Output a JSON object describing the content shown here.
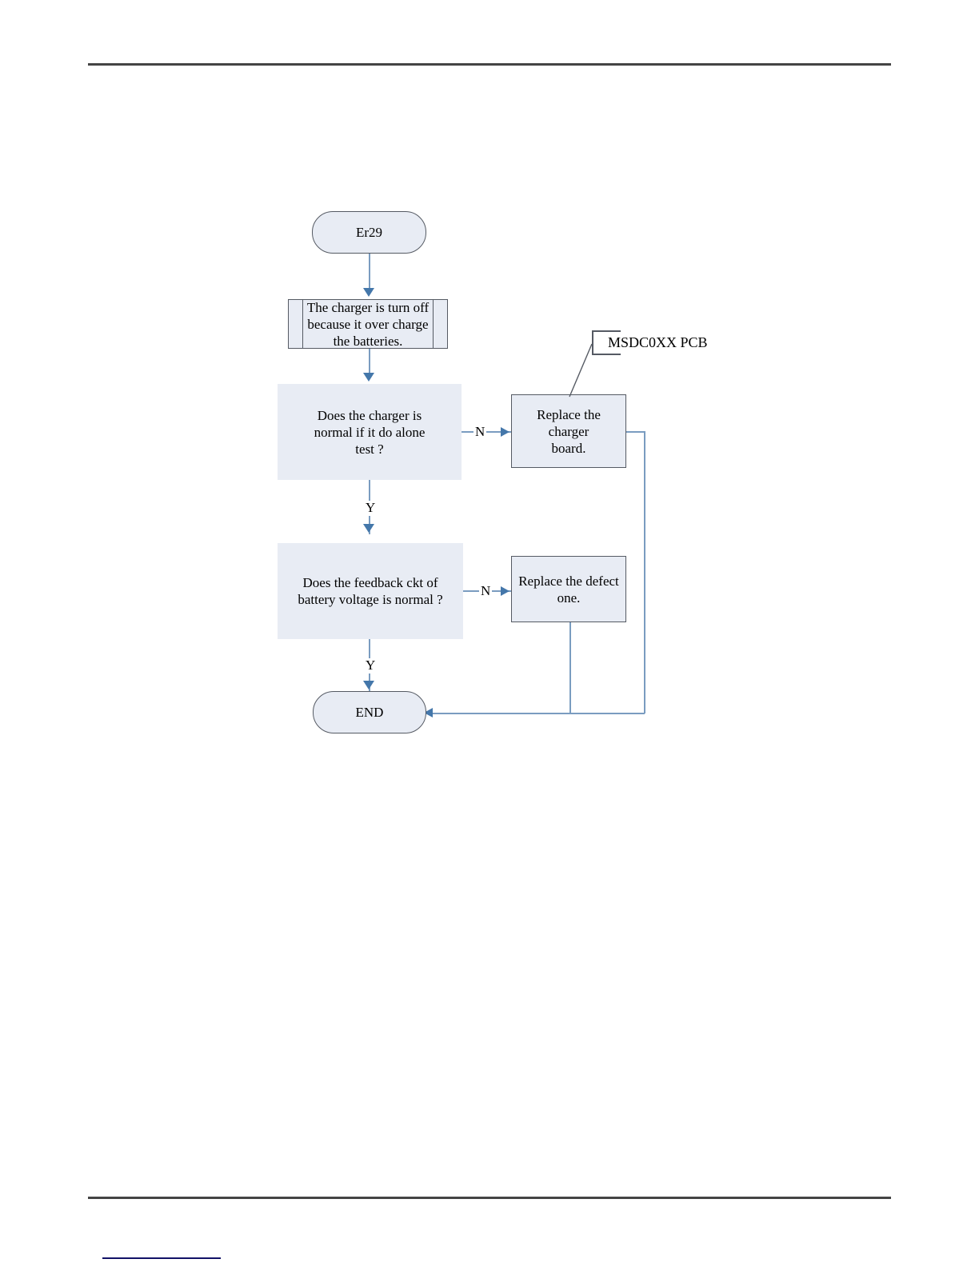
{
  "document": {
    "type": "flowchart",
    "title": "Er29 troubleshooting flowchart"
  },
  "colors": {
    "shape_fill": "#e8ecf4",
    "shape_border": "#555a63",
    "connector": "#7a9cc0",
    "arrowhead": "#4477aa",
    "page_rule": "#444444",
    "footnote_rule": "#111166",
    "text": "#000000"
  },
  "flowchart": {
    "nodes": [
      {
        "id": "start",
        "shape": "terminator",
        "label": "Er29"
      },
      {
        "id": "symptom",
        "shape": "predefined-process",
        "label": "The charger is turn off\nbecause it over charge\nthe batteries."
      },
      {
        "id": "decision-1",
        "shape": "decision",
        "label": "Does the charger is\nnormal if it do alone\ntest ?"
      },
      {
        "id": "action-1",
        "shape": "process",
        "label": "Replace the charger\nboard."
      },
      {
        "id": "decision-2",
        "shape": "decision",
        "label": "Does the feedback ckt of\nbattery voltage is normal ?"
      },
      {
        "id": "action-2",
        "shape": "process",
        "label": "Replace the defect\none."
      },
      {
        "id": "end",
        "shape": "terminator",
        "label": "END"
      }
    ],
    "branch_labels": {
      "decision_1_no": "N",
      "decision_1_yes": "Y",
      "decision_2_no": "N",
      "decision_2_yes": "Y"
    },
    "callouts": [
      {
        "id": "pcb-callout",
        "text": "MSDC0XX PCB",
        "points_to": "action-1"
      }
    ]
  }
}
